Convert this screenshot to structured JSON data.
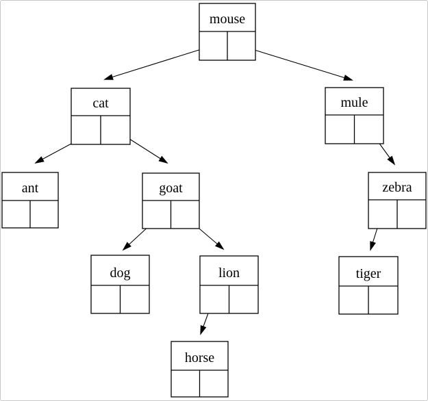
{
  "diagram": {
    "kind": "binary-search-tree-node-diagram",
    "background_color": "#ffffff",
    "line_color": "#000000",
    "frame_border_color": "#c6c6c6",
    "root": "mouse",
    "nodes": {
      "mouse": {
        "label": "mouse",
        "left": "cat",
        "right": "mule"
      },
      "cat": {
        "label": "cat",
        "left": "ant",
        "right": "goat"
      },
      "mule": {
        "label": "mule",
        "left": null,
        "right": "zebra"
      },
      "ant": {
        "label": "ant",
        "left": null,
        "right": null
      },
      "goat": {
        "label": "goat",
        "left": "dog",
        "right": "lion"
      },
      "zebra": {
        "label": "zebra",
        "left": "tiger",
        "right": null
      },
      "dog": {
        "label": "dog",
        "left": null,
        "right": null
      },
      "lion": {
        "label": "lion",
        "left": "horse",
        "right": null
      },
      "tiger": {
        "label": "tiger",
        "left": null,
        "right": null
      },
      "horse": {
        "label": "horse",
        "left": null,
        "right": null
      }
    },
    "edges": [
      {
        "from": "mouse",
        "pointer": "left",
        "to": "cat"
      },
      {
        "from": "mouse",
        "pointer": "right",
        "to": "mule"
      },
      {
        "from": "cat",
        "pointer": "left",
        "to": "ant"
      },
      {
        "from": "cat",
        "pointer": "right",
        "to": "goat"
      },
      {
        "from": "mule",
        "pointer": "right",
        "to": "zebra"
      },
      {
        "from": "goat",
        "pointer": "left",
        "to": "dog"
      },
      {
        "from": "goat",
        "pointer": "right",
        "to": "lion"
      },
      {
        "from": "zebra",
        "pointer": "left",
        "to": "tiger"
      },
      {
        "from": "lion",
        "pointer": "left",
        "to": "horse"
      }
    ]
  }
}
